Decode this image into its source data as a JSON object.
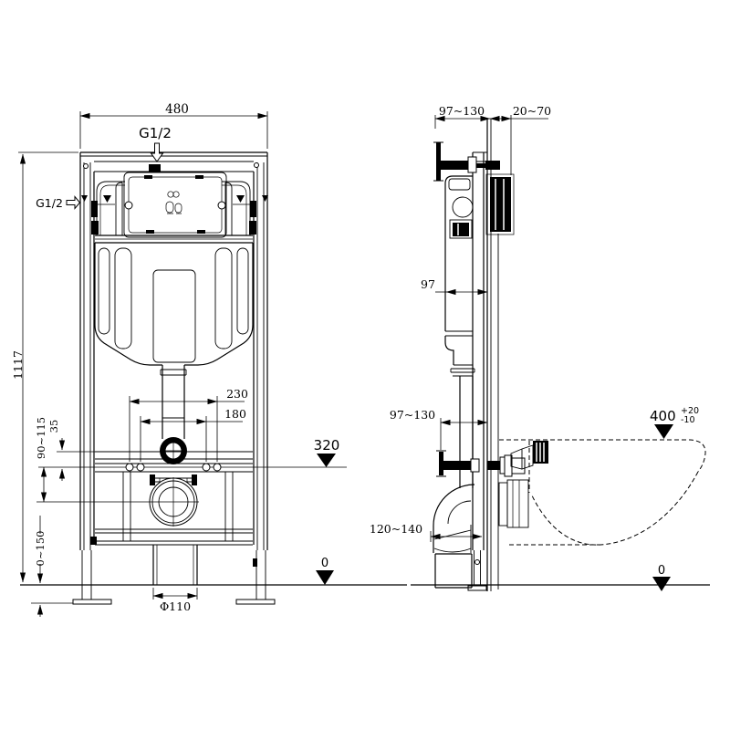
{
  "front_view": {
    "width": "480",
    "height": "1117",
    "top_inlet": "G1/2",
    "side_inlet": "G1/2",
    "outer_bolt_spacing": "230",
    "inner_bolt_spacing": "180",
    "flush_pipe_level": "320",
    "flush_pipe_offset": "35",
    "outlet_height_range": "90~115",
    "foot_adjust_range": "0~150",
    "drain_diameter": "Φ110",
    "floor_level": "0"
  },
  "side_view": {
    "frame_depth_top": "97~130",
    "wall_finish_range": "20~70",
    "cistern_depth": "97",
    "frame_depth_bottom": "97~130",
    "outlet_floor_offset": "120~140",
    "rim_height": "400",
    "rim_height_tol_upper": "+20",
    "rim_height_tol_lower": "-10",
    "floor_level": "0"
  },
  "icons": [
    "recycle-icon",
    "water-level-icon",
    "ground-level-icon"
  ],
  "colors": {
    "line": "#000000",
    "background": "#ffffff"
  }
}
